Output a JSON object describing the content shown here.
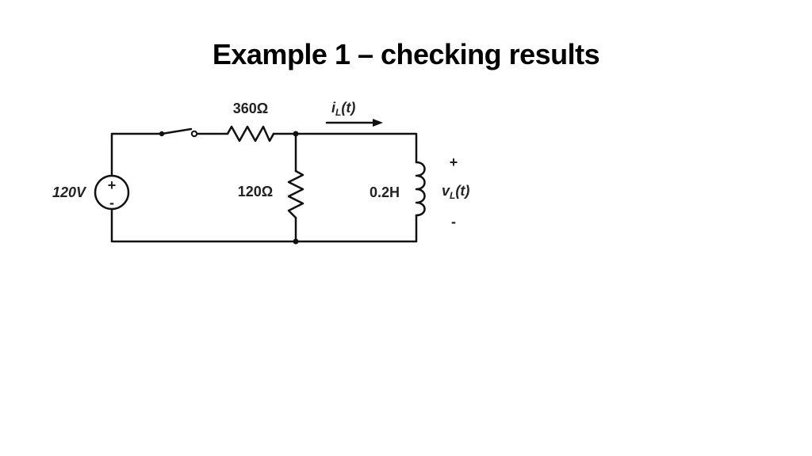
{
  "slide": {
    "title": "Example 1 – checking results"
  },
  "circuit": {
    "source_voltage": "120V",
    "source_plus": "+",
    "source_minus": "-",
    "series_resistor": "360Ω",
    "shunt_resistor": "120Ω",
    "inductor": "0.2H",
    "current_label": {
      "main": "i",
      "sub": "L",
      "arg": "(t)"
    },
    "voltage_label": {
      "main": "v",
      "sub": "L",
      "arg": "(t)"
    },
    "voltage_plus": "+",
    "voltage_minus": "-"
  }
}
